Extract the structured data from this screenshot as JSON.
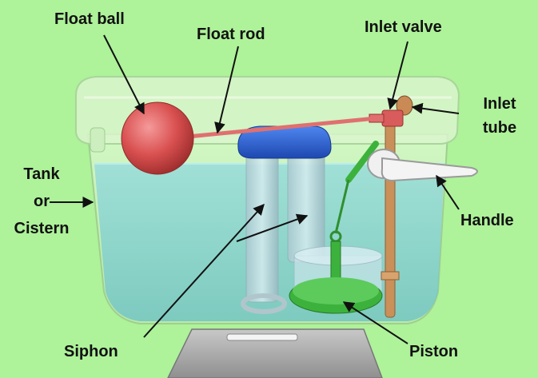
{
  "labels": {
    "float_ball": "Float ball",
    "float_rod": "Float rod",
    "inlet_valve": "Inlet valve",
    "inlet_tube_1": "Inlet",
    "inlet_tube_2": "tube",
    "tank_1": "Tank",
    "tank_2": "or",
    "tank_3": "Cistern",
    "handle": "Handle",
    "siphon": "Siphon",
    "piston": "Piston"
  },
  "colors": {
    "background": "#aef29a",
    "water": "#74c9d8",
    "float_ball": "#d95050",
    "float_rod": "#e07070",
    "siphon_cap": "#2b5fd0",
    "piston": "#3cb23c",
    "inlet_tube": "#c9905a",
    "handle": "#f0f0f0"
  }
}
